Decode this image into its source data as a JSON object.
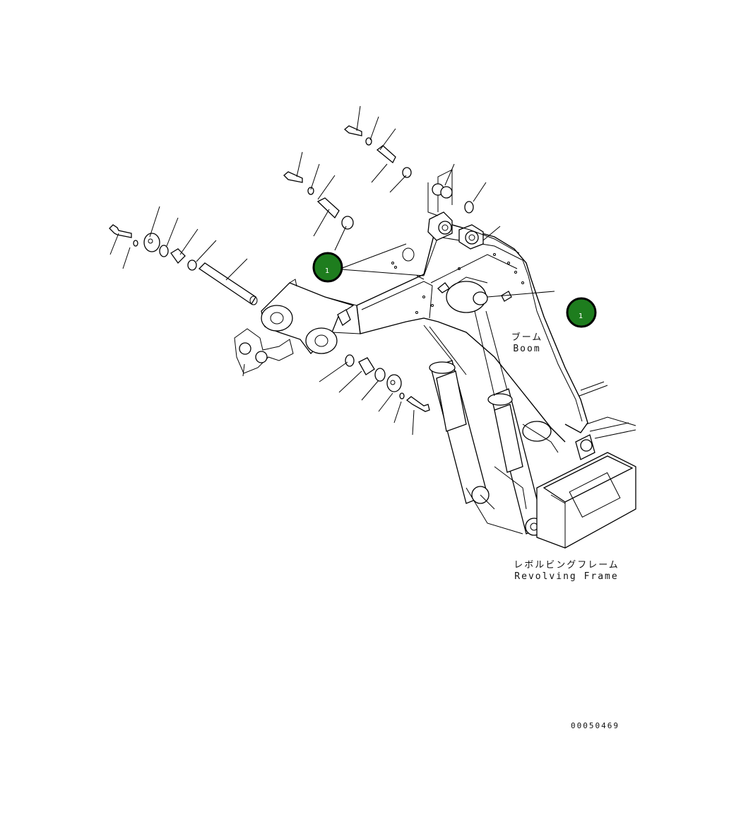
{
  "labels": {
    "boom_jp": "ブーム",
    "boom_en": "Boom",
    "frame_jp": "レボルビングフレーム",
    "frame_en": "Revolving Frame",
    "drawing_no": "00050469"
  },
  "callouts": [
    {
      "id": "callout-1-left",
      "text": "1"
    },
    {
      "id": "callout-1-right",
      "text": "1"
    }
  ],
  "colors": {
    "callout_fill": "#1e7d1e",
    "callout_ring": "#000000",
    "ink": "#000000"
  }
}
